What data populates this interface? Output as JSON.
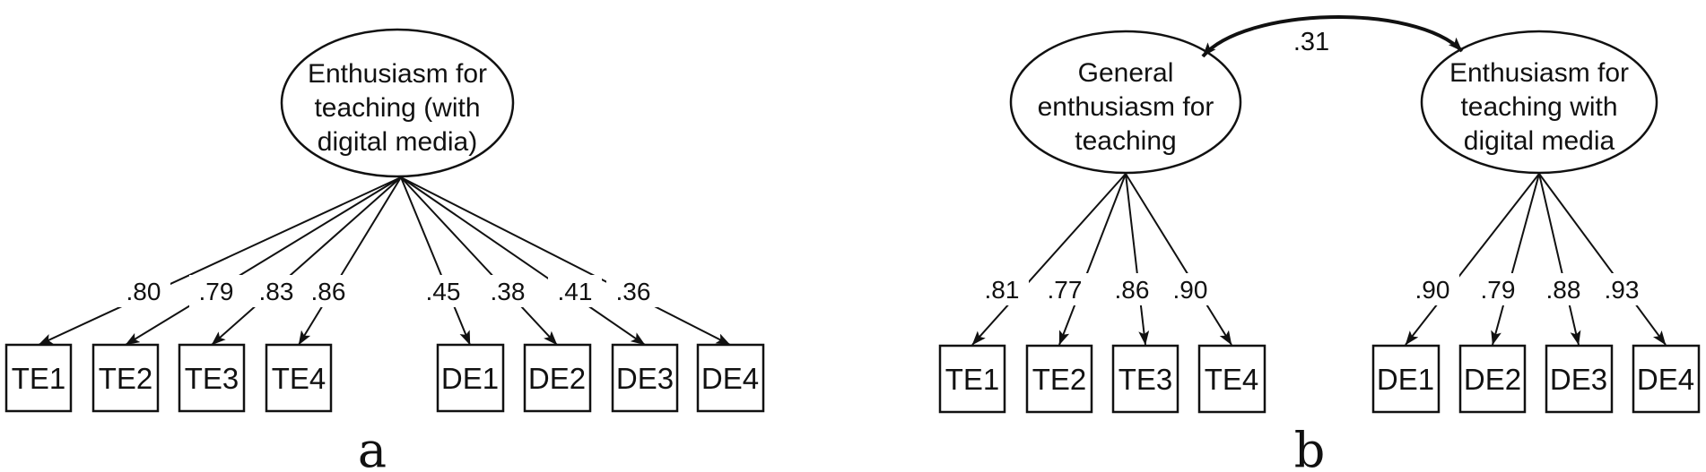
{
  "figure": {
    "caption_a": "a",
    "caption_b": "b",
    "type": "confirmatory factor analysis path diagrams"
  },
  "colors": {
    "ink": "#111111",
    "background": "#ffffff"
  },
  "model_a": {
    "factor": {
      "label_lines": [
        "Enthusiasm for",
        "teaching (with",
        "digital media)"
      ]
    },
    "indicators": [
      {
        "id": "TE1",
        "loading": ".80"
      },
      {
        "id": "TE2",
        "loading": ".79"
      },
      {
        "id": "TE3",
        "loading": ".83"
      },
      {
        "id": "TE4",
        "loading": ".86"
      },
      {
        "id": "DE1",
        "loading": ".45"
      },
      {
        "id": "DE2",
        "loading": ".38"
      },
      {
        "id": "DE3",
        "loading": ".41"
      },
      {
        "id": "DE4",
        "loading": ".36"
      }
    ]
  },
  "model_b": {
    "factor_general": {
      "label_lines": [
        "General",
        "enthusiasm for",
        "teaching"
      ]
    },
    "factor_digital": {
      "label_lines": [
        "Enthusiasm for",
        "teaching with",
        "digital media"
      ]
    },
    "covariance_label": ".31",
    "te_indicators": [
      {
        "id": "TE1",
        "loading": ".81"
      },
      {
        "id": "TE2",
        "loading": ".77"
      },
      {
        "id": "TE3",
        "loading": ".86"
      },
      {
        "id": "TE4",
        "loading": ".90"
      }
    ],
    "de_indicators": [
      {
        "id": "DE1",
        "loading": ".90"
      },
      {
        "id": "DE2",
        "loading": ".79"
      },
      {
        "id": "DE3",
        "loading": ".88"
      },
      {
        "id": "DE4",
        "loading": ".93"
      }
    ]
  }
}
